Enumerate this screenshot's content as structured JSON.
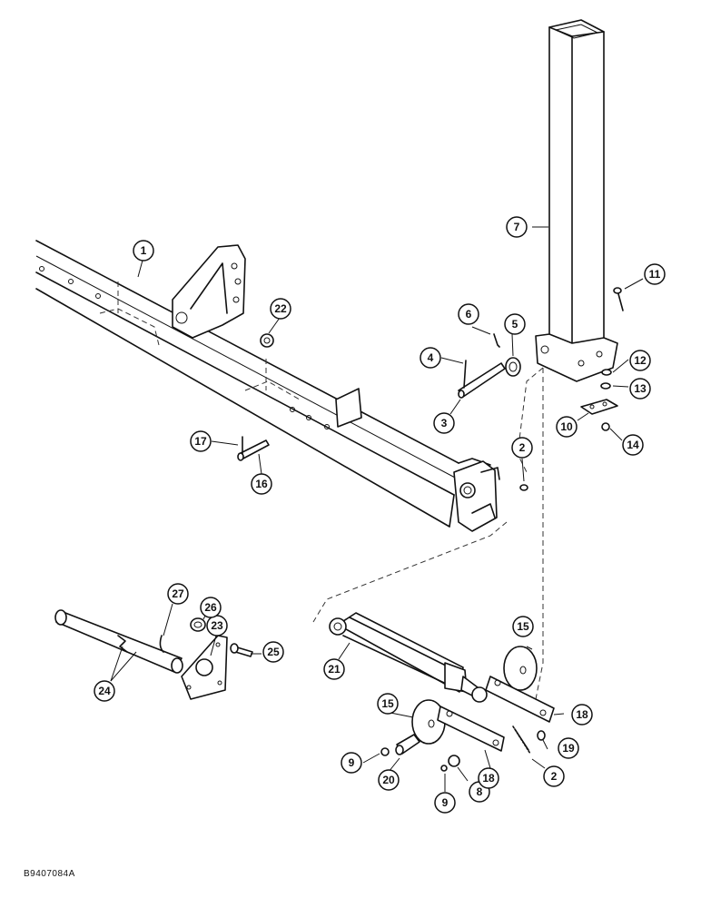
{
  "figure_id": "B9407084A",
  "callouts": [
    {
      "id": "c1",
      "label": "1"
    },
    {
      "id": "c2a",
      "label": "2"
    },
    {
      "id": "c2b",
      "label": "2"
    },
    {
      "id": "c3",
      "label": "3"
    },
    {
      "id": "c4",
      "label": "4"
    },
    {
      "id": "c5",
      "label": "5"
    },
    {
      "id": "c6",
      "label": "6"
    },
    {
      "id": "c7",
      "label": "7"
    },
    {
      "id": "c8",
      "label": "8"
    },
    {
      "id": "c9a",
      "label": "9"
    },
    {
      "id": "c9b",
      "label": "9"
    },
    {
      "id": "c10",
      "label": "10"
    },
    {
      "id": "c11",
      "label": "11"
    },
    {
      "id": "c12",
      "label": "12"
    },
    {
      "id": "c13",
      "label": "13"
    },
    {
      "id": "c14",
      "label": "14"
    },
    {
      "id": "c15a",
      "label": "15"
    },
    {
      "id": "c15b",
      "label": "15"
    },
    {
      "id": "c16",
      "label": "16"
    },
    {
      "id": "c17",
      "label": "17"
    },
    {
      "id": "c18a",
      "label": "18"
    },
    {
      "id": "c18b",
      "label": "18"
    },
    {
      "id": "c19",
      "label": "19"
    },
    {
      "id": "c20",
      "label": "20"
    },
    {
      "id": "c21",
      "label": "21"
    },
    {
      "id": "c22",
      "label": "22"
    },
    {
      "id": "c23",
      "label": "23"
    },
    {
      "id": "c24",
      "label": "24"
    },
    {
      "id": "c25",
      "label": "25"
    },
    {
      "id": "c26",
      "label": "26"
    },
    {
      "id": "c27",
      "label": "27"
    }
  ]
}
